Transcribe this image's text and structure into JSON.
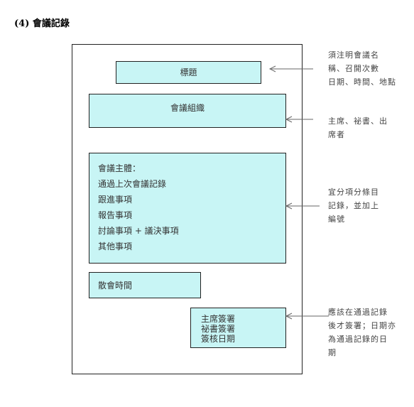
{
  "section_title": "(4) 會議記錄",
  "boxes": {
    "title": "標題",
    "organization": "會議組織",
    "body_lines": [
      "會議主體：",
      "通過上次會議記錄",
      "跟進事項",
      "報告事項",
      "討論事項 + 議決事項",
      "其他事項"
    ],
    "adjourn": "散會時間",
    "sign_lines": [
      "主席簽署",
      "祕書簽署",
      "簽核日期"
    ]
  },
  "notes": {
    "title_lines": [
      "須注明會議名",
      "稱、召開次數",
      "日期、時間、地點"
    ],
    "org_lines": [
      "主席、祕書、出",
      "席者"
    ],
    "body_lines": [
      "宜分項分條目",
      "記錄，並加上",
      "編號"
    ],
    "sign_lines": [
      "應該在通過記錄",
      "後才簽署；日期亦",
      "為通過記錄的日",
      "期"
    ]
  }
}
